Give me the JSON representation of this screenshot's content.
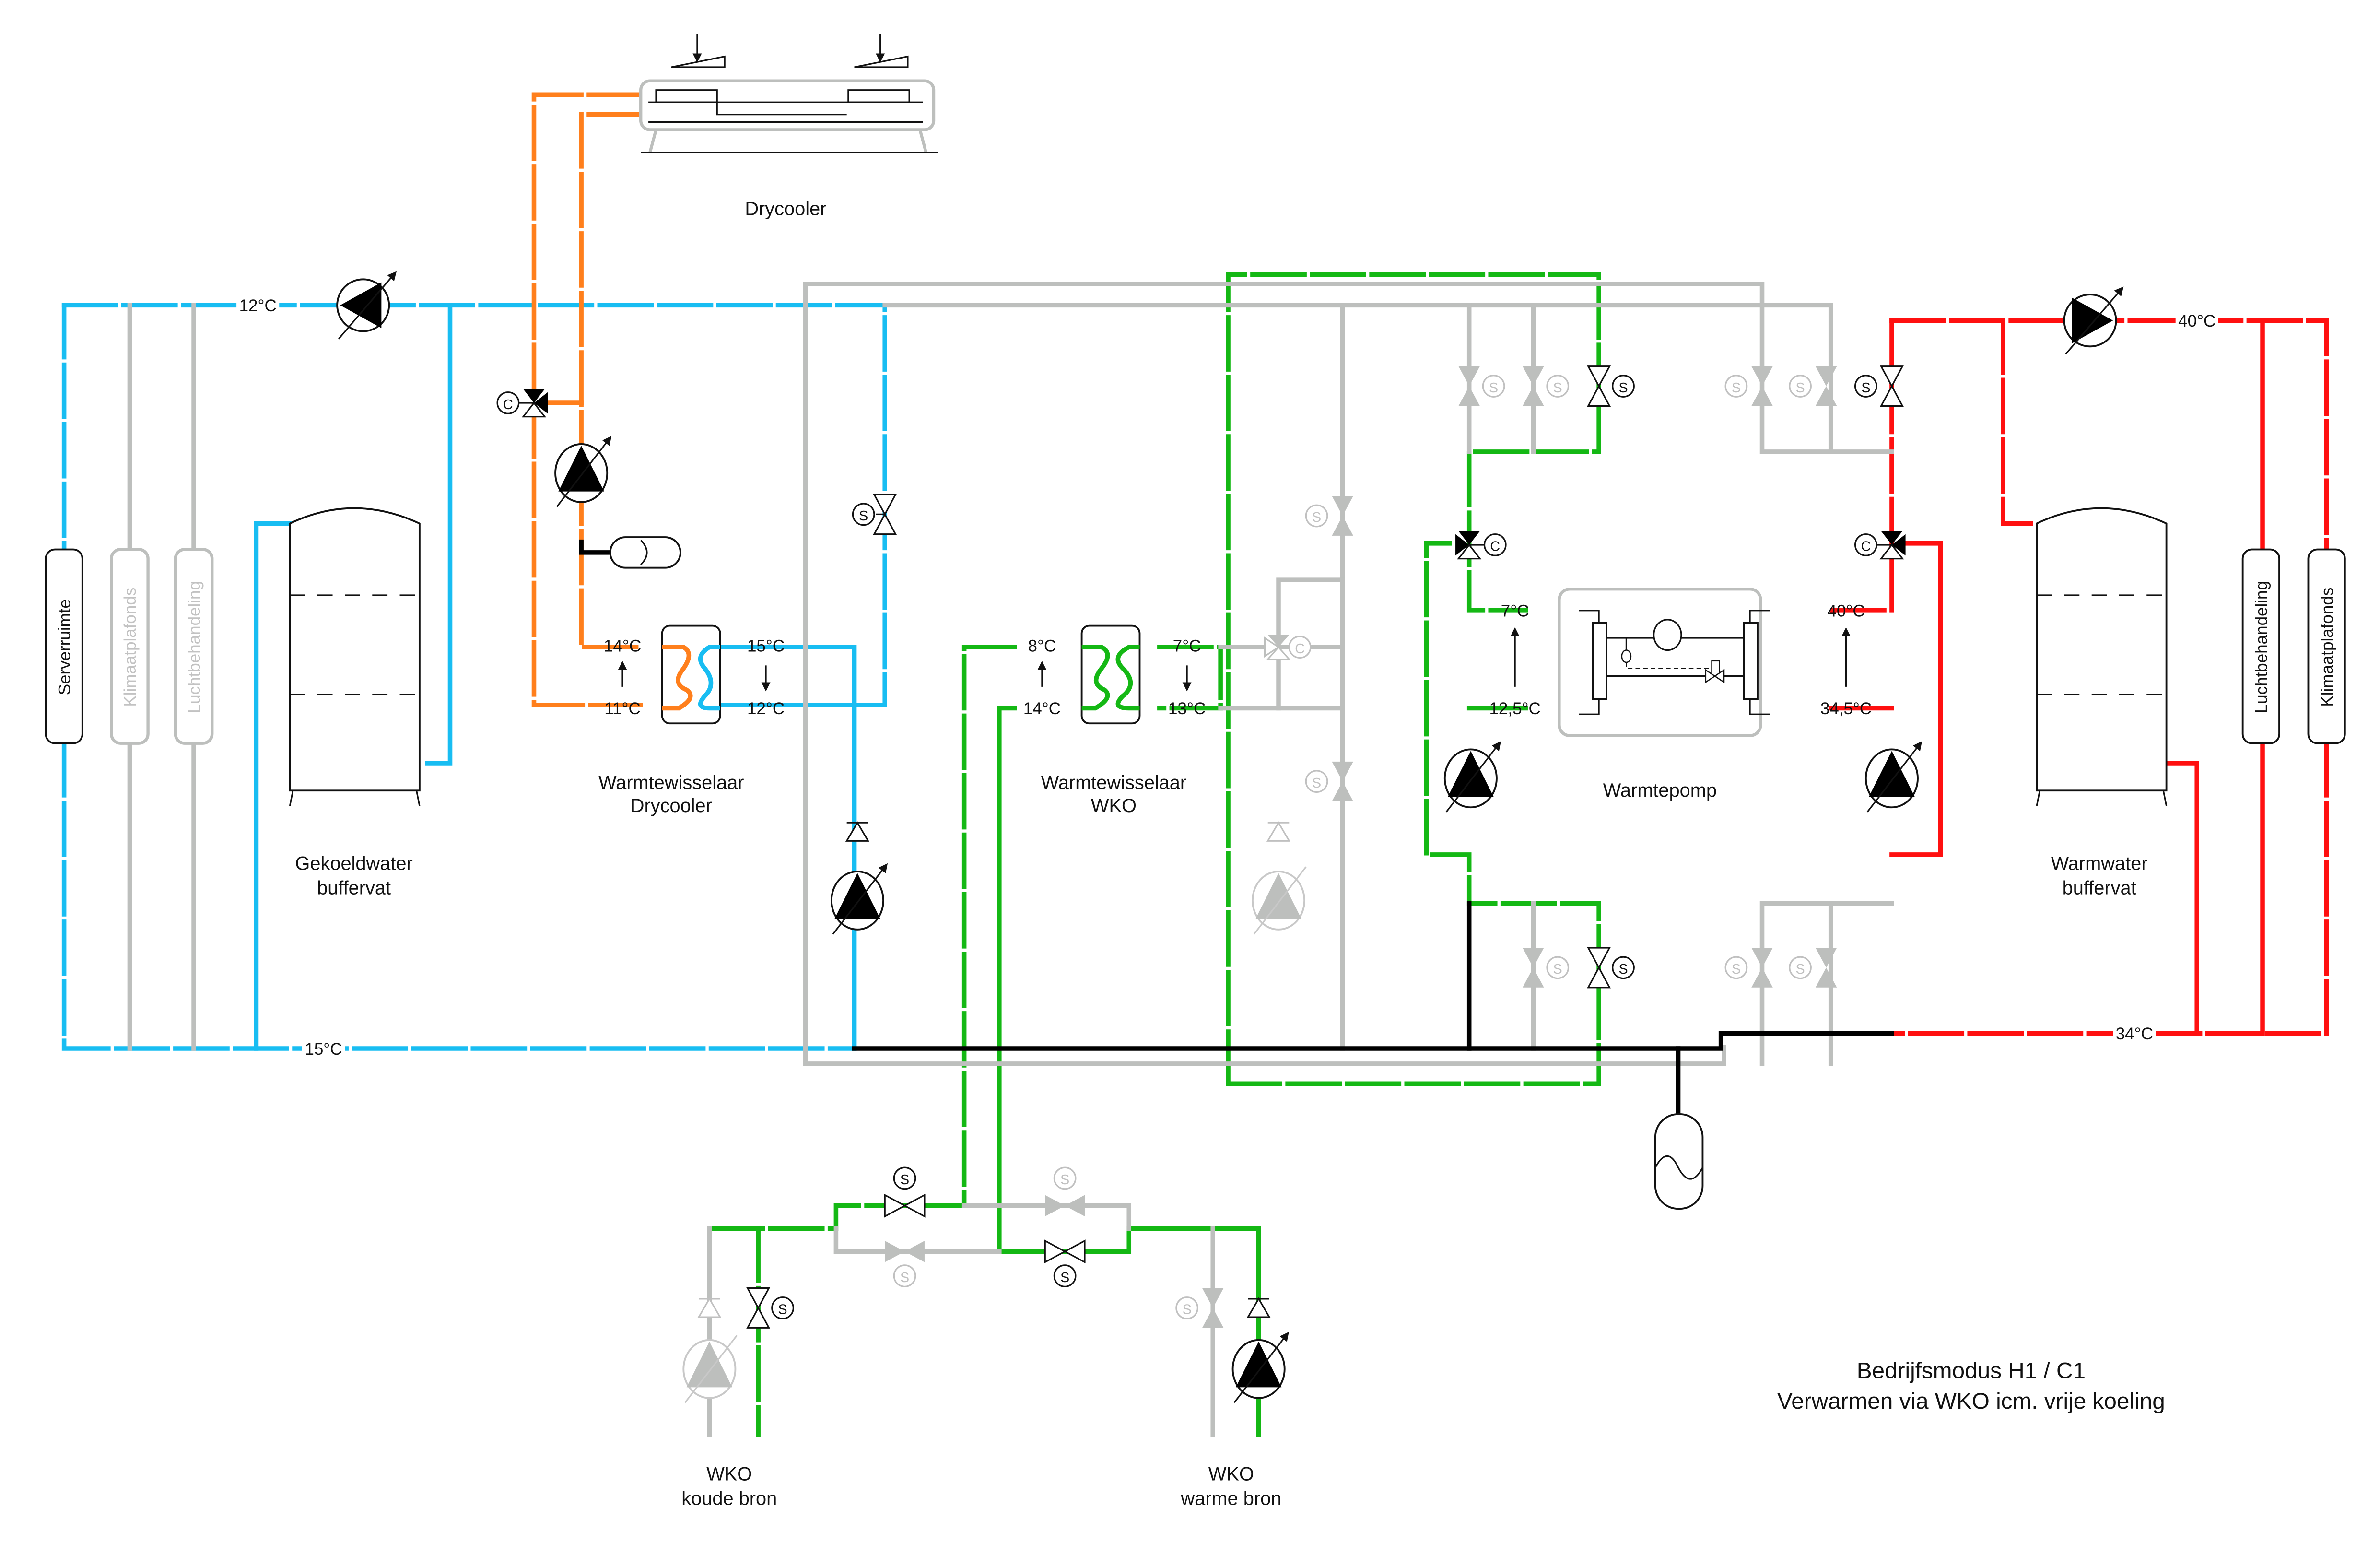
{
  "title": {
    "mode": "Bedrijfsmodus  H1 / C1",
    "description": "Verwarmen via WKO icm. vrije koeling"
  },
  "colors": {
    "chilled_water": "#18bdf2",
    "drycooler_circuit": "#ff7f1c",
    "wko_circuit": "#14b814",
    "hot_water": "#ff1010",
    "inactive": "#bdbfbd",
    "common": "#000000"
  },
  "components": {
    "drycooler": "Drycooler",
    "hx_drycooler": [
      "Warmtewisselaar",
      "Drycooler"
    ],
    "hx_wko": [
      "Warmtewisselaar",
      "WKO"
    ],
    "chilled_buffer": [
      "Gekoeldwater",
      "buffervat"
    ],
    "hot_buffer": [
      "Warmwater",
      "buffervat"
    ],
    "heat_pump": "Warmtepomp",
    "wko_cold": [
      "WKO",
      "koude bron"
    ],
    "wko_warm": [
      "WKO",
      "warme bron"
    ]
  },
  "consumers_left": [
    {
      "label": "Serverruimte",
      "active": true
    },
    {
      "label": "Klimaatplafonds",
      "active": false
    },
    {
      "label": "Luchtbehandeling",
      "active": false
    }
  ],
  "consumers_right": [
    {
      "label": "Luchtbehandeling",
      "active": true
    },
    {
      "label": "Klimaatplafonds",
      "active": true
    }
  ],
  "temperatures": {
    "chilled_supply": "12°C",
    "chilled_return": "15°C",
    "hx_dc_orange_top": "14°C",
    "hx_dc_orange_bottom": "11°C",
    "hx_dc_blue_top": "15°C",
    "hx_dc_blue_bottom": "12°C",
    "hx_wko_left_top": "8°C",
    "hx_wko_left_bottom": "14°C",
    "hx_wko_right_top": "7°C",
    "hx_wko_right_bottom": "13°C",
    "hp_evap_out": "7°C",
    "hp_evap_in": "12,5°C",
    "hp_cond_out": "40°C",
    "hp_cond_in": "34,5°C",
    "hot_supply": "40°C",
    "hot_return": "34°C"
  },
  "actuator_letters": {
    "solenoid": "S",
    "control": "C"
  }
}
